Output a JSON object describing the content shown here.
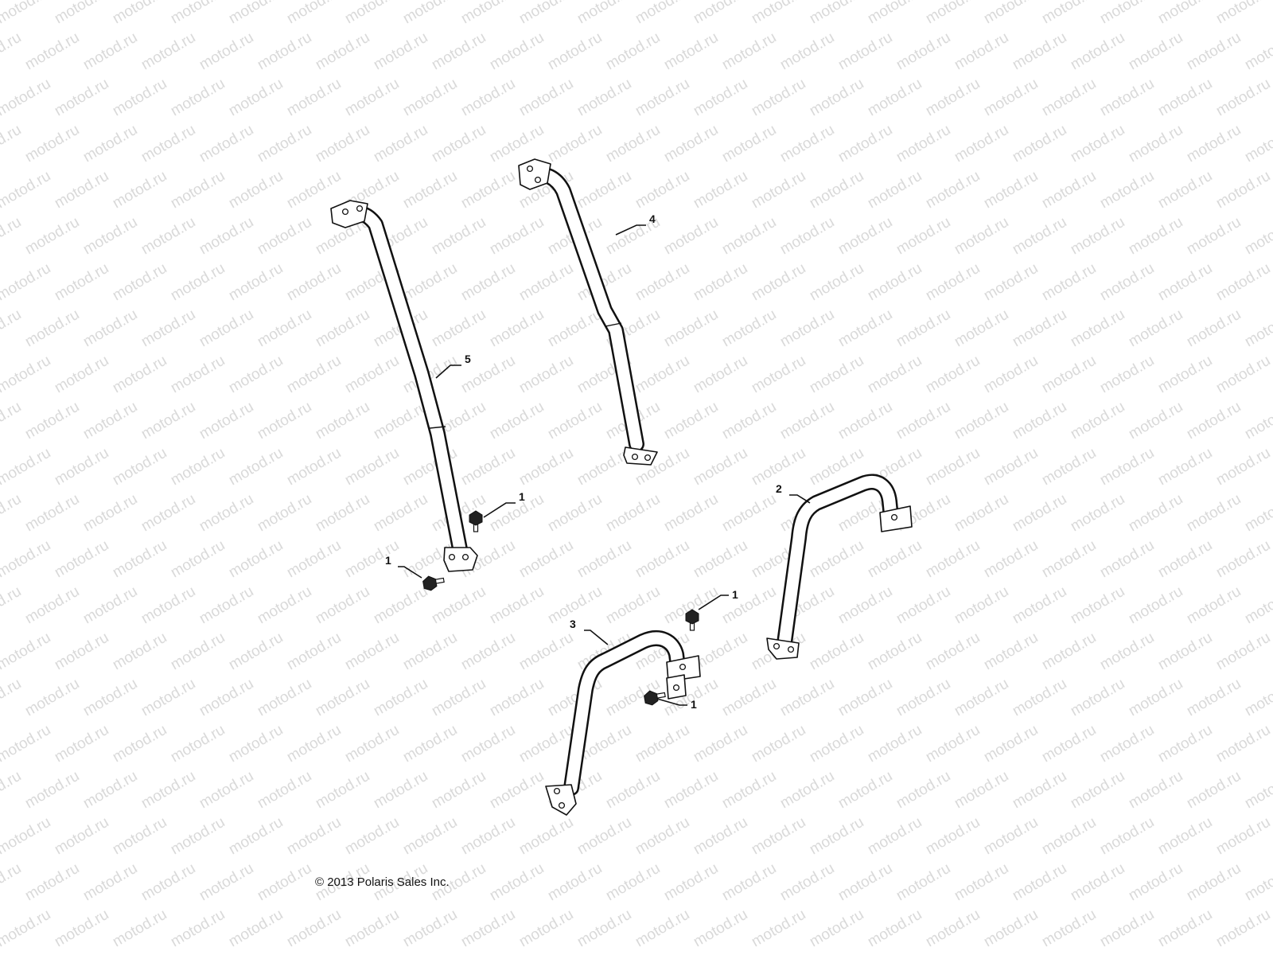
{
  "watermark": {
    "text": "motod.ru",
    "color": "#d9d9d9"
  },
  "callouts": [
    {
      "id": "p5",
      "label": "5"
    },
    {
      "id": "p4",
      "label": "4"
    },
    {
      "id": "p2",
      "label": "2"
    },
    {
      "id": "p3",
      "label": "3"
    },
    {
      "id": "b1a",
      "label": "1"
    },
    {
      "id": "b1b",
      "label": "1"
    },
    {
      "id": "b1c",
      "label": "1"
    },
    {
      "id": "b1d",
      "label": "1"
    }
  ],
  "copyright": "© 2013 Polaris Sales Inc."
}
